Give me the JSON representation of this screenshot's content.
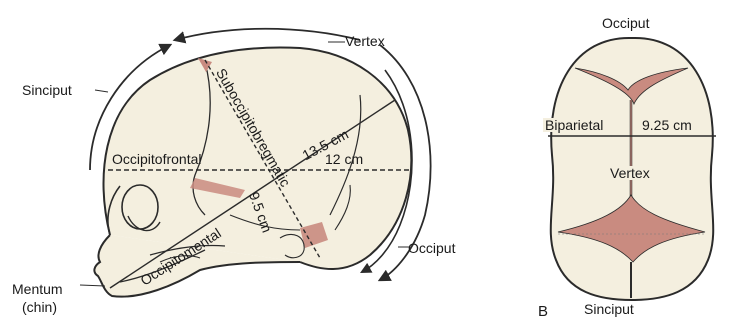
{
  "colors": {
    "line": "#2b2b2b",
    "skull_fill": "#f4efdf",
    "suture": "#c98b80",
    "text": "#1a1a1a"
  },
  "lateral_view": {
    "labels": {
      "vertex": "Vertex",
      "sinciput": "Sinciput",
      "occiput": "Occiput",
      "mentum": "Mentum",
      "chin": "(chin)",
      "occipitofrontal": "Occipitofrontal",
      "suboccipitobregmatic": "Suboccipitobregmatic",
      "occipitomental": "Occipitomental",
      "measure_135": "13.5 cm",
      "measure_12": "12 cm",
      "measure_95": "9.5 cm"
    }
  },
  "top_view": {
    "panel_letter": "B",
    "labels": {
      "occiput": "Occiput",
      "biparietal": "Biparietal",
      "measure_925": "9.25 cm",
      "vertex": "Vertex",
      "sinciput": "Sinciput"
    }
  }
}
